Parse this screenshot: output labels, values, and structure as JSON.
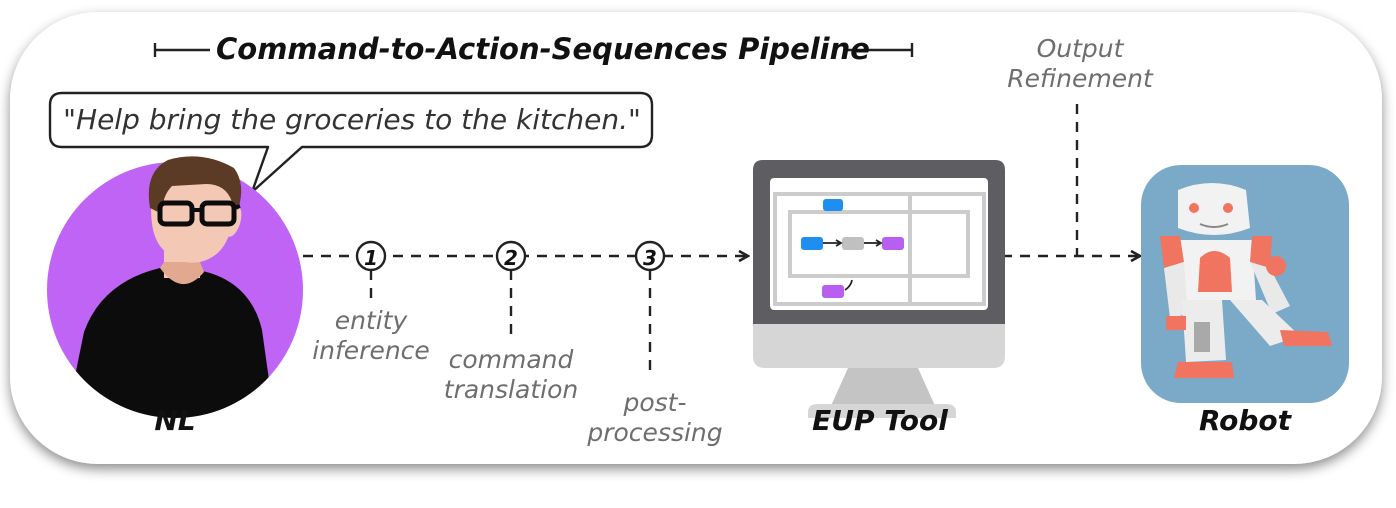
{
  "pipeline_title": "Command-to-Action-Sequences Pipeline",
  "speech": "\"Help bring the groceries to the kitchen.\"",
  "steps": [
    {
      "num": "1",
      "label_1": "entity",
      "label_2": "inference"
    },
    {
      "num": "2",
      "label_1": "command",
      "label_2": "translation"
    },
    {
      "num": "3",
      "label_1": "post-",
      "label_2": "processing"
    }
  ],
  "output_label_1": "Output",
  "output_label_2": "Refinement",
  "nodes": {
    "nl": "NL",
    "eup": "EUP Tool",
    "robot": "Robot"
  },
  "colors": {
    "person_circle": "#bf64f5",
    "robot_bg": "#7aaac8",
    "robot_accent": "#f07460",
    "block_blue": "#1e8ef0",
    "block_purple": "#b85ef0",
    "block_gray": "#c0c0c0"
  }
}
